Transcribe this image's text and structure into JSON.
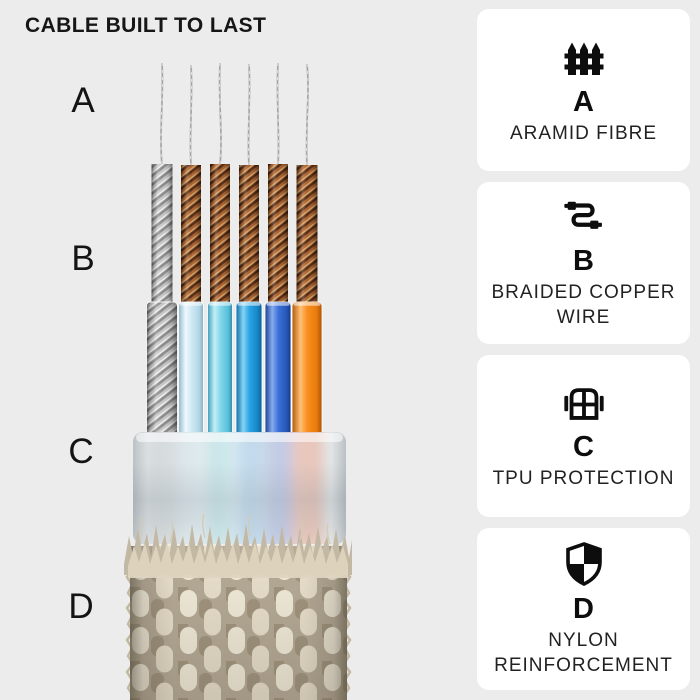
{
  "title": "CABLE BUILT TO LAST",
  "colors": {
    "background": "#ececec",
    "card_background": "#ffffff",
    "text": "#141414",
    "copper_braid": "#a85f2e",
    "silver_braid": "#c4c4c4",
    "nylon_weave": "#b6ab97",
    "tpu_sleeve": "#e9ecee",
    "wire_jackets": [
      "#e8e8e8",
      "#cfe9f4",
      "#84d7ea",
      "#2aa3e4",
      "#3a70d8",
      "#f78e1d"
    ]
  },
  "diagram": {
    "name": "cable-cutaway",
    "labels": [
      {
        "text": "A"
      },
      {
        "text": "B"
      },
      {
        "text": "C"
      },
      {
        "text": "D"
      }
    ],
    "layers": [
      {
        "letter": "A",
        "name": "aramid fibre strands"
      },
      {
        "letter": "B",
        "name": "braided copper wires"
      },
      {
        "letter": "C",
        "name": "tpu protection sleeve"
      },
      {
        "letter": "D",
        "name": "nylon reinforcement weave"
      }
    ]
  },
  "cards": [
    {
      "icon": "fence-icon",
      "letter": "A",
      "label": "ARAMID FIBRE"
    },
    {
      "icon": "cable-icon",
      "letter": "B",
      "label": "BRAIDED COPPER WIRE"
    },
    {
      "icon": "tpu-casing-icon",
      "letter": "C",
      "label": "TPU PROTECTION"
    },
    {
      "icon": "shield-icon",
      "letter": "D",
      "label": "NYLON REINFORCEMENT"
    }
  ]
}
